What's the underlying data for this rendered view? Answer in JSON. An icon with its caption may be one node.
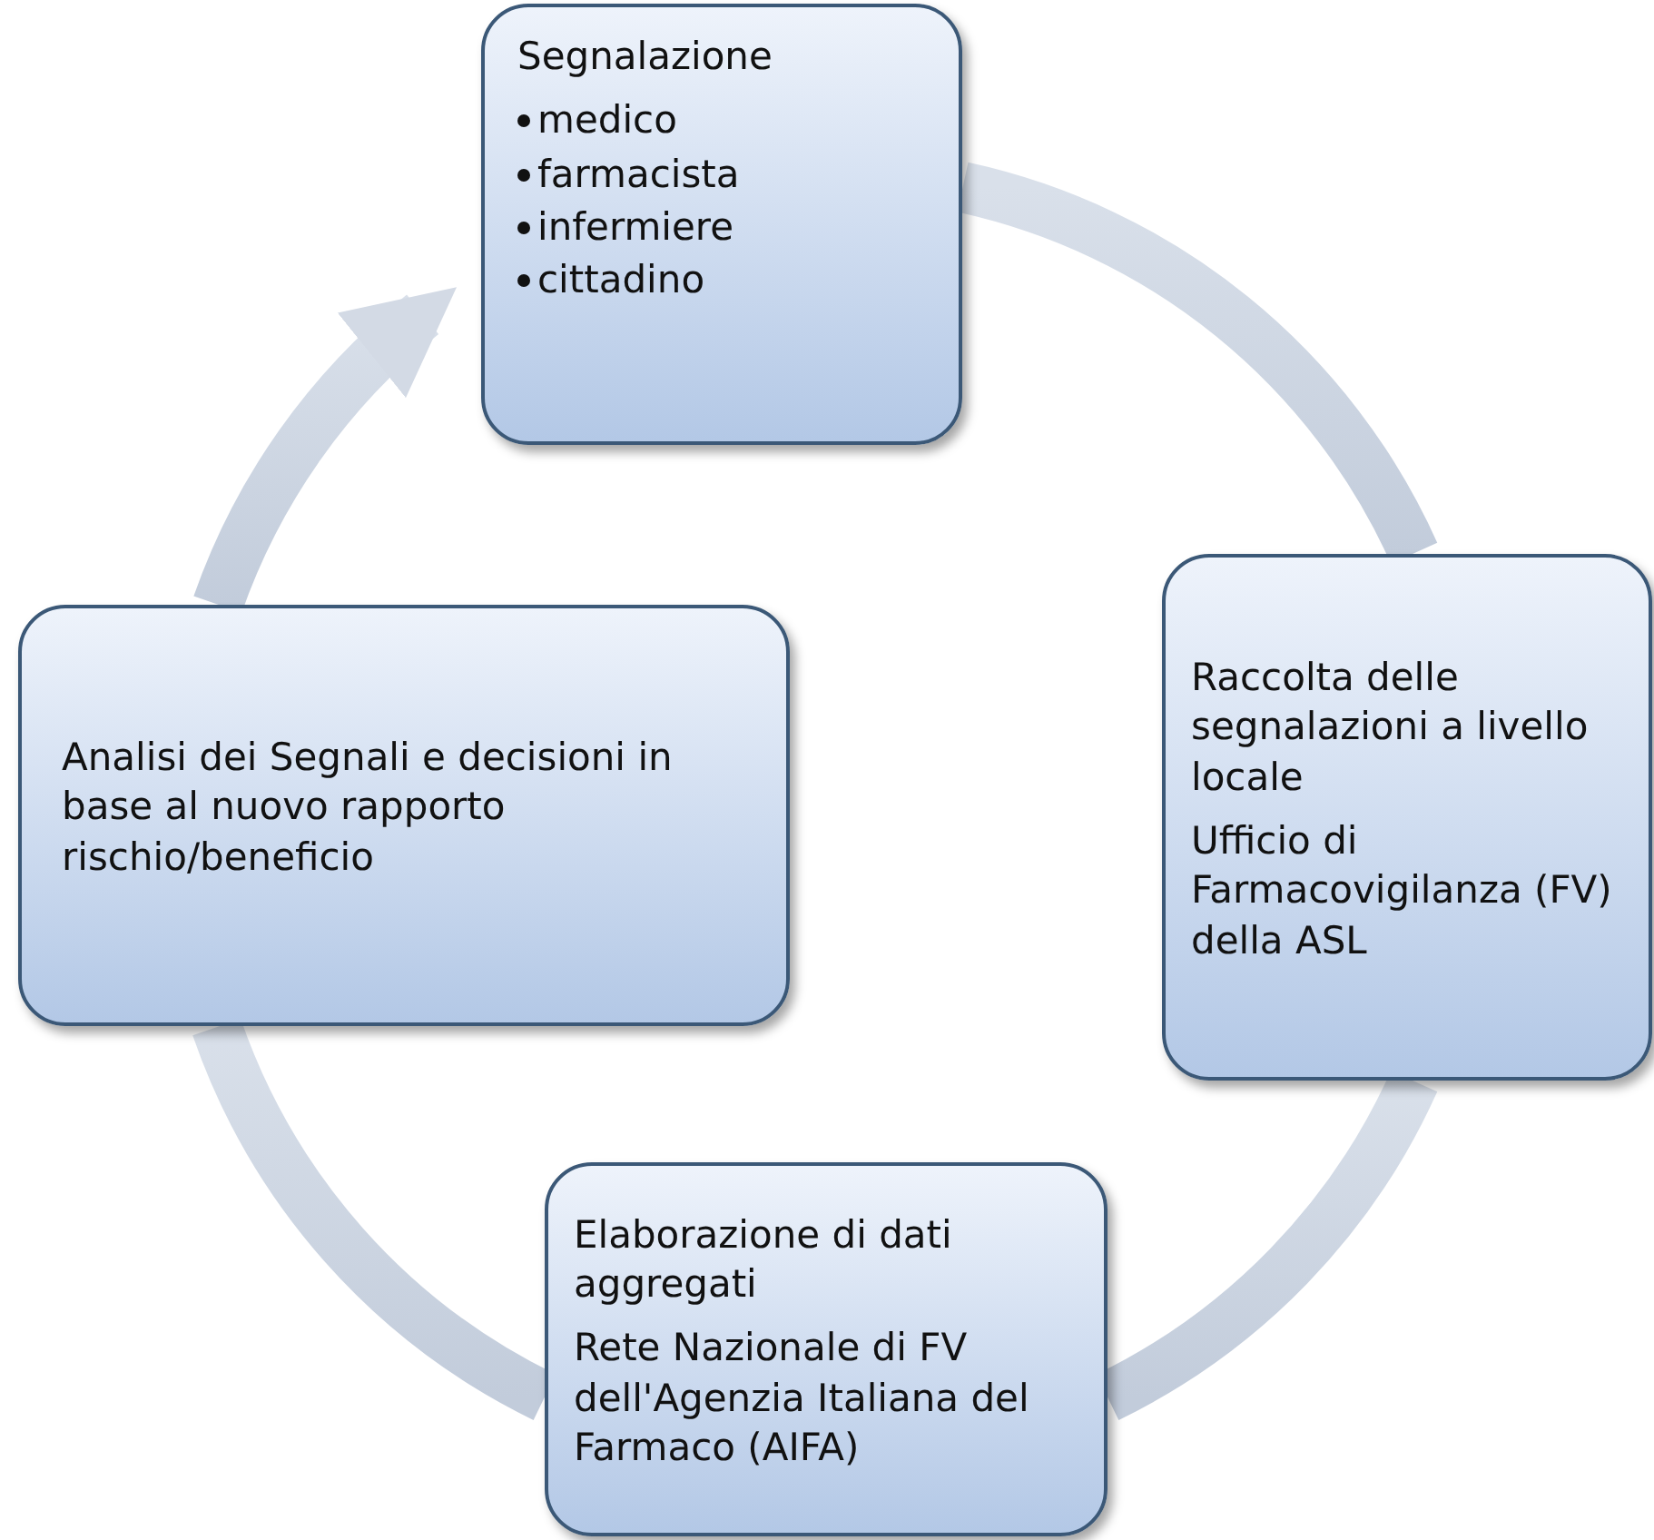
{
  "diagram": {
    "nodes": [
      {
        "text": [
          "Segnalazione",
          "medico",
          "farmacista",
          "infermiere",
          "cittadino"
        ]
      },
      {
        "text": [
          "Raccolta delle segnalazioni a livello locale",
          "Ufficio di Farmacovigilanza (FV) della ASL"
        ]
      },
      {
        "text": [
          "Elaborazione di dati aggregati",
          "Rete Nazionale di FV dell'Agenzia Italiana del Farmaco (AIFA)"
        ]
      },
      {
        "text": [
          "Analisi dei Segnali e decisioni in base al nuovo rapporto rischio/beneficio"
        ]
      }
    ],
    "edges": [
      {
        "from": 0,
        "to": 1,
        "arrow": "none"
      },
      {
        "from": 1,
        "to": 2,
        "arrow": "none"
      },
      {
        "from": 2,
        "to": 3,
        "arrow": "none"
      },
      {
        "from": 3,
        "to": 0,
        "arrow": "to"
      }
    ]
  }
}
